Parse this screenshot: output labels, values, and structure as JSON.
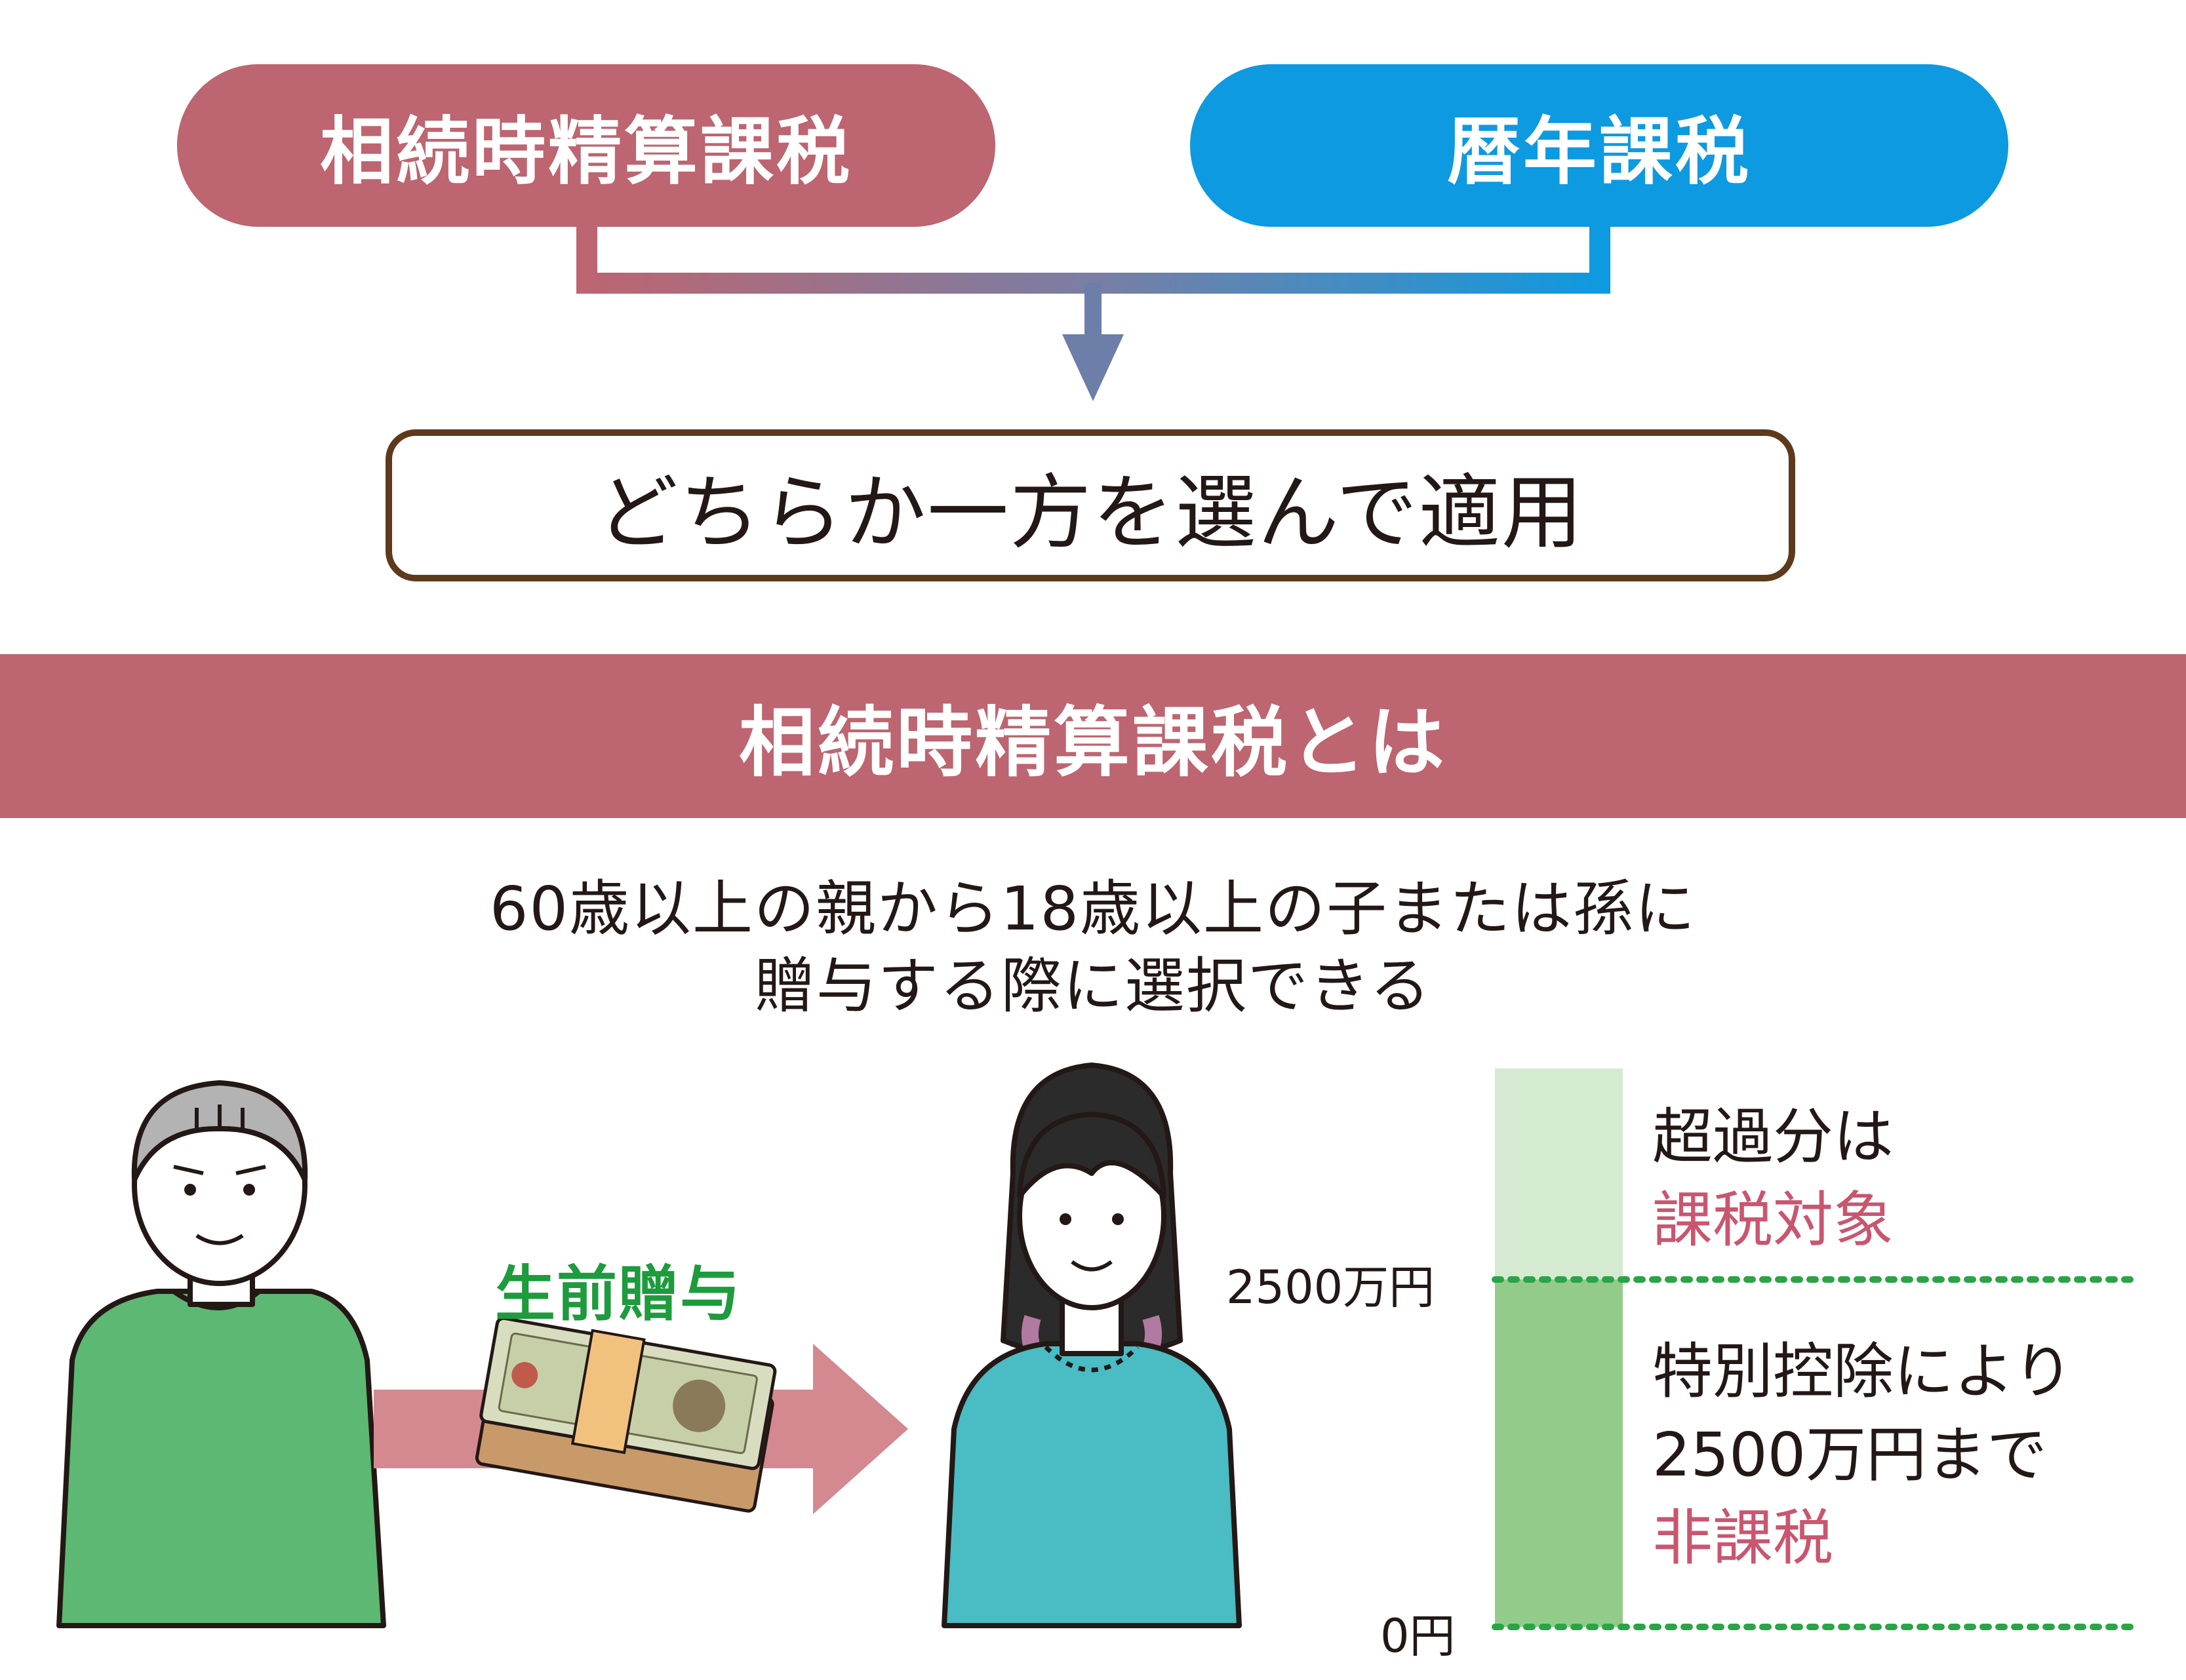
{
  "top_options": {
    "left_label": "相続時精算課税",
    "right_label": "暦年課税",
    "left_color": "#bd6570",
    "right_color": "#0d9ae0"
  },
  "choice": {
    "label": "どちらか一方を選んで適用"
  },
  "section": {
    "title": "相続時精算課税とは"
  },
  "description": {
    "line1": "60歳以上の親から18歳以上の子または孫に",
    "line2": "贈与する際に選択できる"
  },
  "illustration": {
    "gift_label": "生前贈与",
    "icons": [
      "elderly-father",
      "gift-arrow",
      "banknote-bundle",
      "young-woman"
    ]
  },
  "chart_data": {
    "type": "bar",
    "y_ticks": [
      "0円",
      "2500万円"
    ],
    "threshold_value": 2500,
    "unit": "万円",
    "lower_segment": {
      "line1": "特別控除により",
      "line2": "2500万円まで",
      "emphasis": "非課税",
      "color": "#93cb8b"
    },
    "upper_segment": {
      "line1": "超過分は",
      "emphasis": "課税対象",
      "color": "#d5ebd1"
    }
  }
}
